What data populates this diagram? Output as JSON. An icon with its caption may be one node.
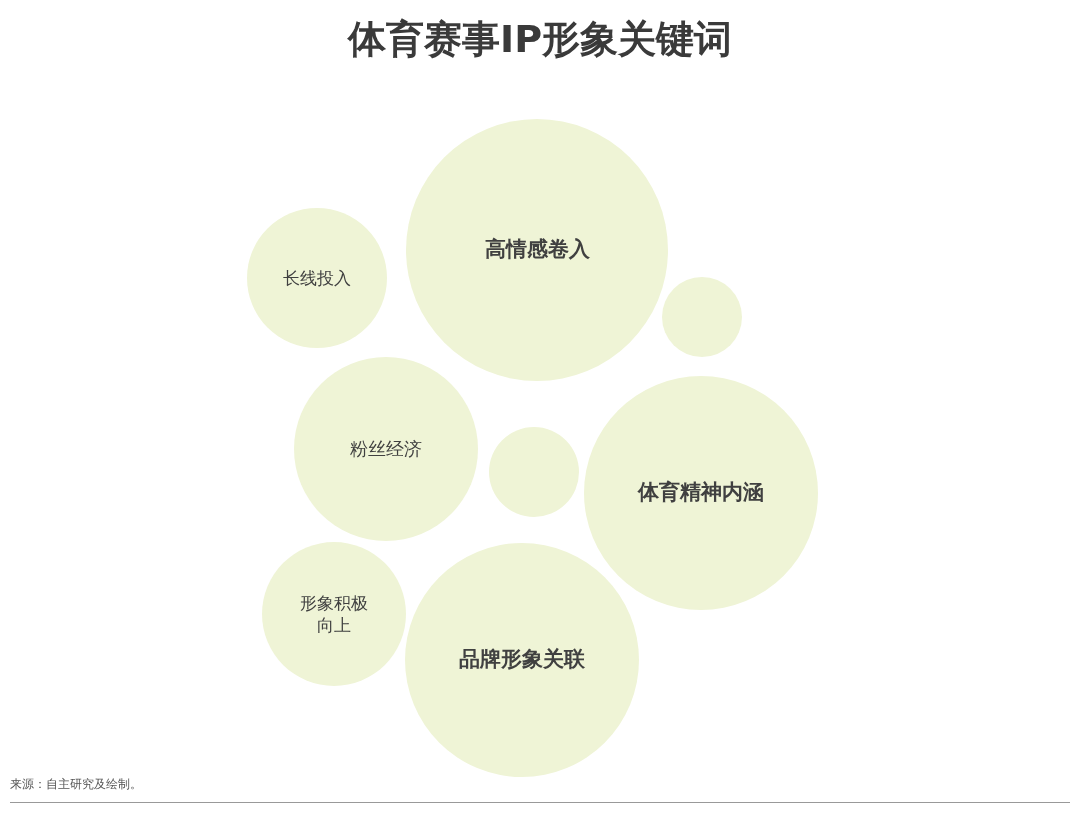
{
  "diagram": {
    "title": "体育赛事IP形象关键词",
    "nodes": [
      {
        "text": [
          "长线投入"
        ]
      },
      {
        "text": [
          "高情感卷入"
        ]
      },
      {
        "text": [],
        "shape": "circle"
      },
      {
        "text": [
          "粉丝经济"
        ]
      },
      {
        "text": [],
        "shape": "circle"
      },
      {
        "text": [
          "体育精神内涵"
        ]
      },
      {
        "text": [
          "形象积极向上"
        ]
      },
      {
        "text": [
          "品牌形象关联"
        ]
      }
    ],
    "labels": [
      "来源：自主研究及绘制。"
    ]
  }
}
